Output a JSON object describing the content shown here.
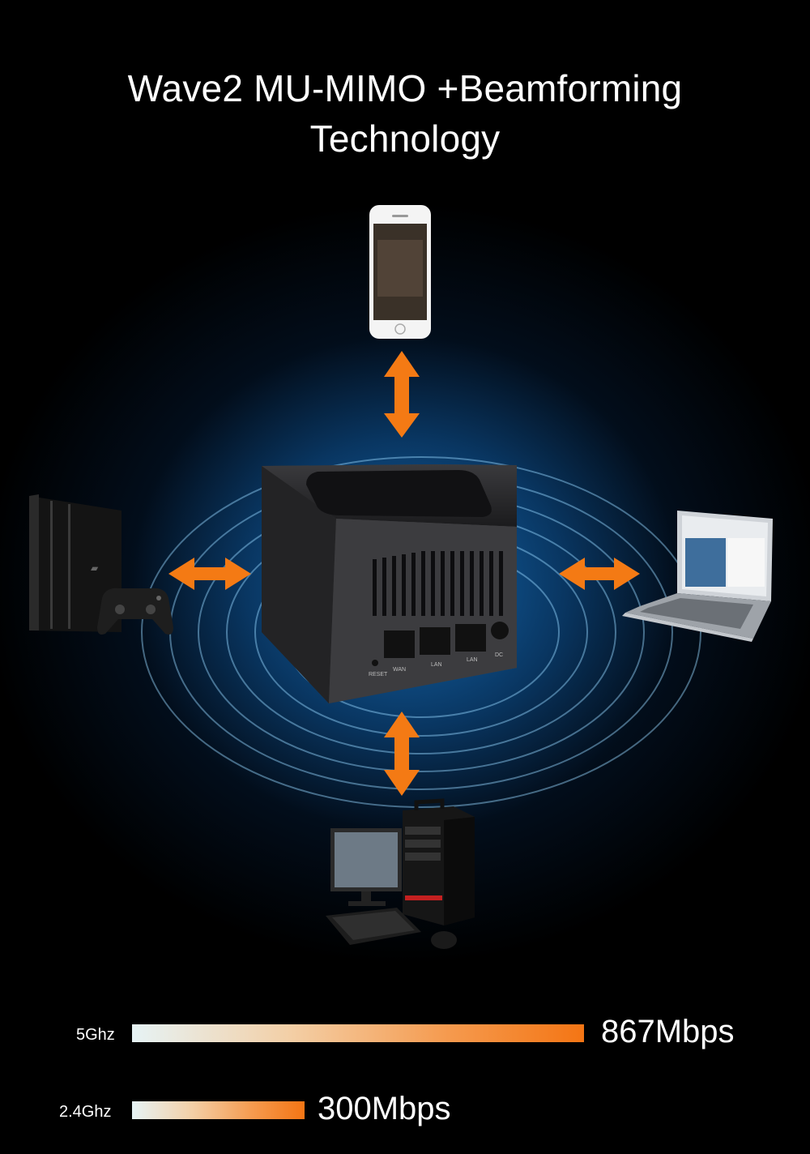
{
  "title": {
    "line1": "Wave2 MU-MIMO +Beamforming",
    "line2": "Technology"
  },
  "colors": {
    "arrow": "#f47a14",
    "background_glow": "#1670b9",
    "bar_start": "#e6f3f5",
    "bar_end": "#f47514"
  },
  "devices": [
    {
      "name": "smartphone"
    },
    {
      "name": "game-console-with-controller"
    },
    {
      "name": "laptop"
    },
    {
      "name": "desktop-computer"
    },
    {
      "name": "mesh-router"
    }
  ],
  "router_ports": {
    "reset": "RESET",
    "wan": "WAN",
    "lan1": "LAN",
    "lan2": "LAN",
    "dc": "DC"
  },
  "speeds": [
    {
      "band": "5Ghz",
      "value": "867Mbps",
      "mbps": 867
    },
    {
      "band": "2.4Ghz",
      "value": "300Mbps",
      "mbps": 300
    }
  ]
}
